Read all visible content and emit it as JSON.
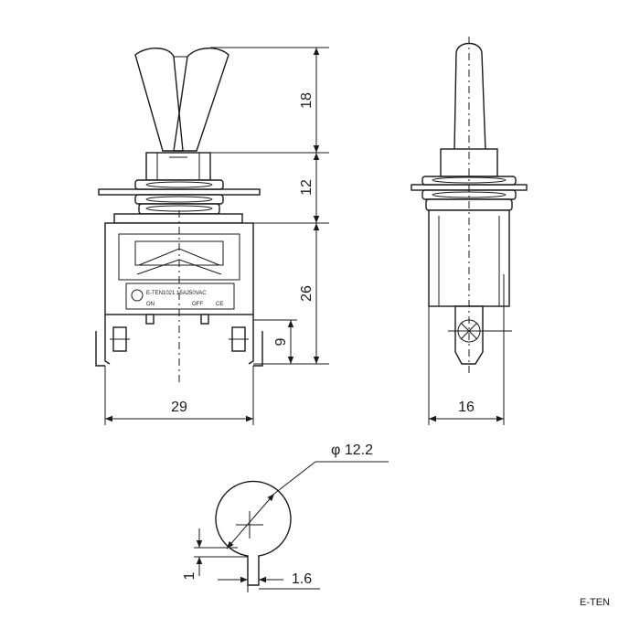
{
  "dimensions": {
    "lever_height": "18",
    "bushing_height": "12",
    "body_height": "26",
    "terminal_offset": "9",
    "body_width": "29",
    "side_width": "16",
    "panel_hole_diameter": "φ 12.2",
    "key_depth": "1",
    "key_width": "1.6"
  },
  "label_plate": {
    "line1": "E-TEN1021  15A250VAC",
    "on": "ON",
    "off": "OFF",
    "ce": "CE"
  },
  "brand": "E-TEN"
}
